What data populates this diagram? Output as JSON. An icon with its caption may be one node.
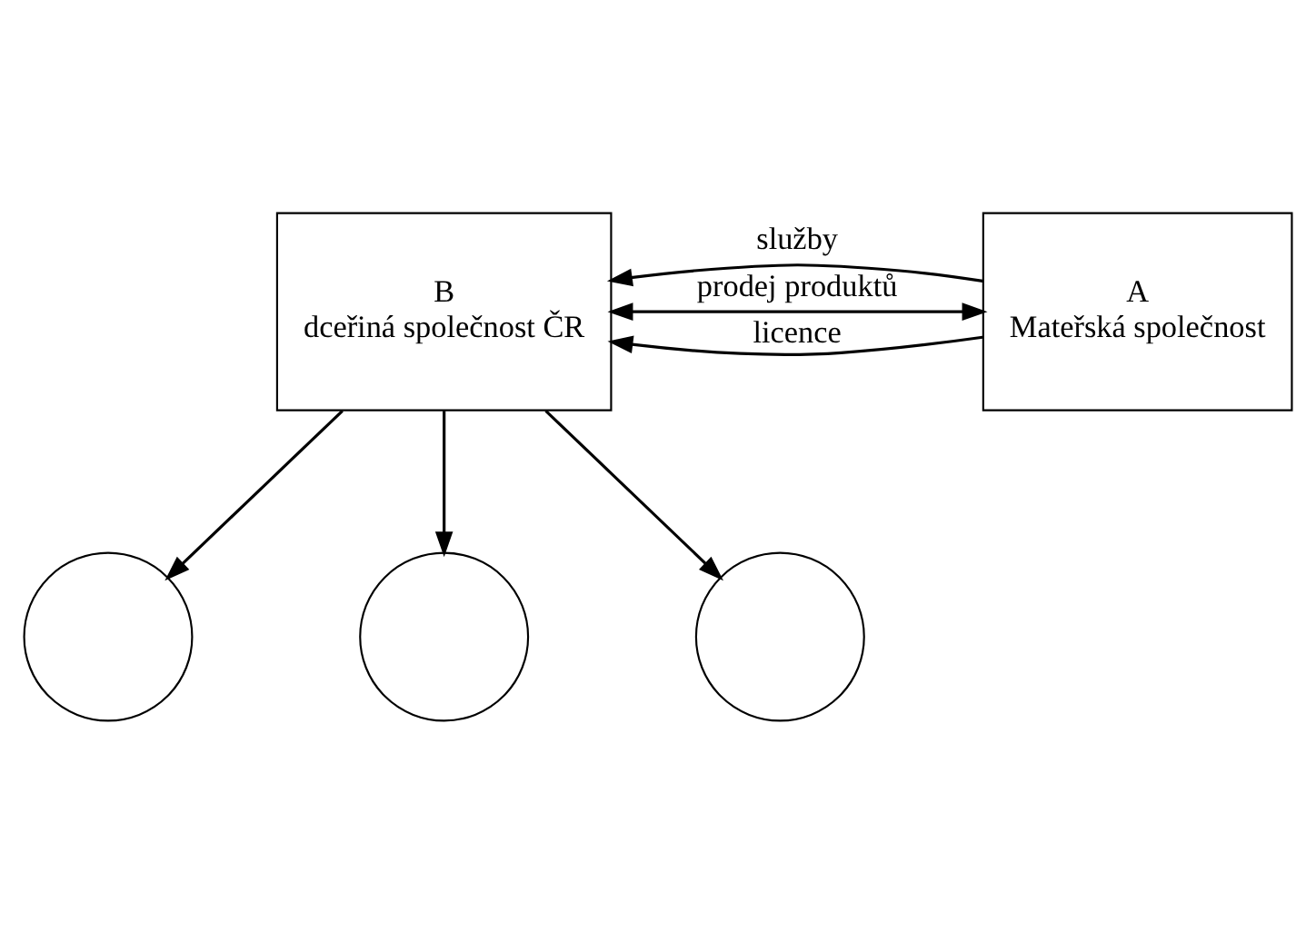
{
  "diagram": {
    "nodes": [
      {
        "text": [
          "B",
          "dceřiná společnost ČR"
        ]
      },
      {
        "text": [
          "A",
          "Mateřská společnost"
        ]
      },
      {
        "text": [],
        "shape": "circle"
      },
      {
        "text": [],
        "shape": "circle"
      },
      {
        "text": [],
        "shape": "circle"
      }
    ],
    "edges": [
      {
        "from": 1,
        "to": 0,
        "arrow": "to",
        "label": "služby"
      },
      {
        "from": 1,
        "to": 0,
        "arrow": "to",
        "label": "licence"
      },
      {
        "from": 0,
        "to": 1,
        "arrow": "both",
        "label": "prodej produktů"
      },
      {
        "from": 0,
        "to": 2,
        "arrow": "to"
      },
      {
        "from": 0,
        "to": 3,
        "arrow": "to"
      },
      {
        "from": 0,
        "to": 4,
        "arrow": "to"
      }
    ]
  }
}
